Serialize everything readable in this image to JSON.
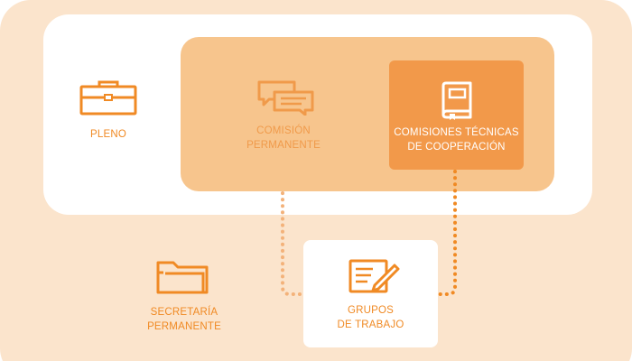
{
  "diagram": {
    "nodes": {
      "pleno": {
        "line1": "PLENO"
      },
      "comision_permanente": {
        "line1": "COMISIÓN",
        "line2": "PERMANENTE"
      },
      "comisiones_tecnicas": {
        "line1": "COMISIONES TÉCNICAS",
        "line2": "DE COOPERACIÓN"
      },
      "secretaria_permanente": {
        "line1": "SECRETARÍA",
        "line2": "PERMANENTE"
      },
      "grupos_trabajo": {
        "line1": "GRUPOS",
        "line2": "DE TRABAJO"
      }
    },
    "icons": {
      "pleno": "briefcase-icon",
      "comision_permanente": "speech-bubbles-icon",
      "comisiones_tecnicas": "book-icon",
      "secretaria_permanente": "folder-icon",
      "grupos_trabajo": "edit-document-icon"
    },
    "connections": [
      {
        "from": "COMISIÓN PERMANENTE",
        "to": "GRUPOS DE TRABAJO",
        "style": "dotted"
      },
      {
        "from": "COMISIONES TÉCNICAS DE COOPERACIÓN",
        "to": "GRUPOS DE TRABAJO",
        "style": "dotted"
      }
    ],
    "colors": {
      "outer_background": "#fbe4cc",
      "inner_panel": "#ffffff",
      "mid_panel": "#f7c58d",
      "highlight_panel": "#f2994a",
      "accent": "#f08a24",
      "connector": "#f3b27a"
    }
  }
}
